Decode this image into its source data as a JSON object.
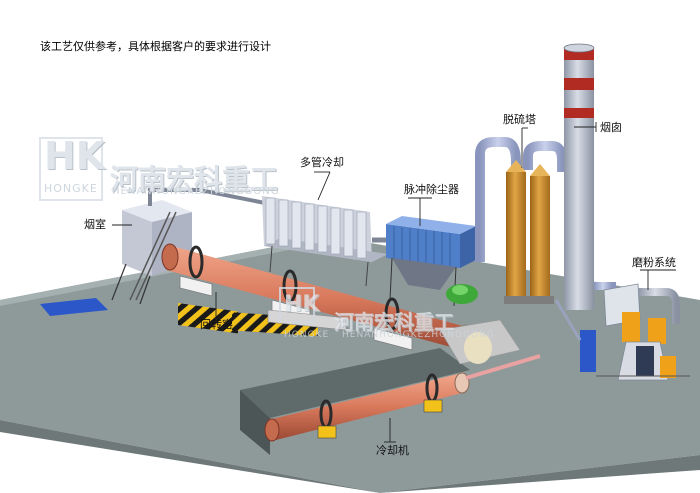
{
  "note": "该工艺仅供参考，具体根据客户的要求进行设计",
  "labels": {
    "chimney_stack": "烟囱",
    "desulfurization_tower": "脱硫塔",
    "multi_tube_cooler": "多管冷却",
    "pulse_dust_collector": "脉冲除尘器",
    "smoke_chamber": "烟室",
    "rotary_kiln": "回转窑",
    "grinding_system": "磨粉系统",
    "cooler": "冷却机"
  },
  "watermark": {
    "initials": "HK",
    "company_cn": "河南宏科重工",
    "brand_en": "HONGKE",
    "company_en": "HENANHONGKEZHONGGONG"
  },
  "colors": {
    "kiln": "#d9795c",
    "floor": "#8e9a9a",
    "tower": "#c98a2e",
    "duct": "#a9b4d6",
    "dust_collector": "#4f7fc9",
    "stripe": "#b22b22"
  }
}
